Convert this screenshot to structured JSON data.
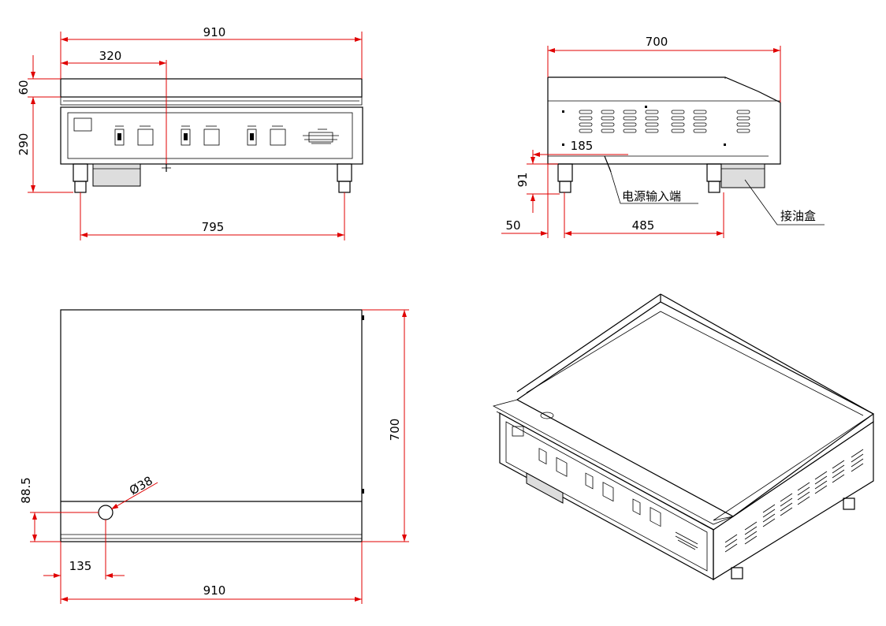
{
  "front_view": {
    "dim_width": "910",
    "dim_offset": "320",
    "dim_top": "60",
    "dim_height": "290",
    "dim_feet": "795"
  },
  "side_view": {
    "dim_depth": "700",
    "dim_inlet_offset": "185",
    "dim_foot_height": "91",
    "dim_front_foot": "50",
    "dim_foot_span": "485",
    "label_power_inlet": "电源输入端",
    "label_oil_box": "接油盒"
  },
  "top_view": {
    "dim_depth": "700",
    "dim_hole_from_front": "88.5",
    "dim_hole_diameter": "Ø38",
    "dim_hole_offset": "135",
    "dim_width": "910"
  }
}
